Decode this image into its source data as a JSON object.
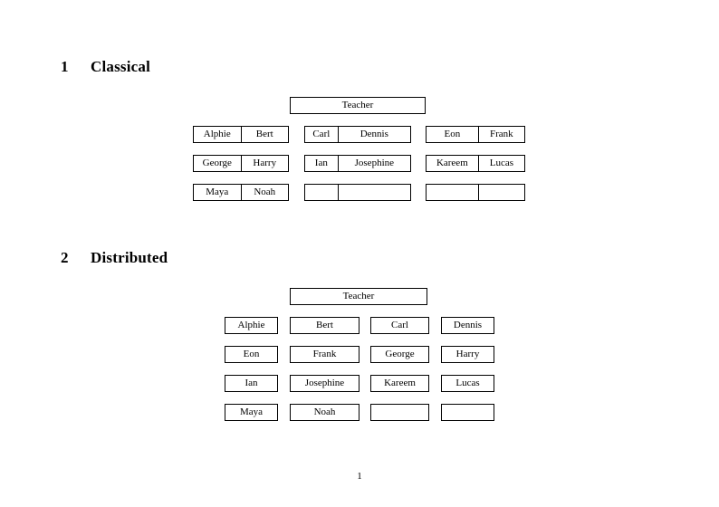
{
  "document": {
    "page_number": "1"
  },
  "sections": [
    {
      "number": "1",
      "title": "Classical",
      "teacher_label": "Teacher",
      "groups": [
        {
          "column": 1,
          "rows": [
            {
              "a": "Alphie",
              "b": "Bert"
            },
            {
              "a": "George",
              "b": "Harry"
            },
            {
              "a": "Maya",
              "b": "Noah"
            }
          ]
        },
        {
          "column": 2,
          "rows": [
            {
              "a": "Carl",
              "b": "Dennis"
            },
            {
              "a": "Ian",
              "b": "Josephine"
            },
            {
              "a": "",
              "b": ""
            }
          ]
        },
        {
          "column": 3,
          "rows": [
            {
              "a": "Eon",
              "b": "Frank"
            },
            {
              "a": "Kareem",
              "b": "Lucas"
            },
            {
              "a": "",
              "b": ""
            }
          ]
        }
      ]
    },
    {
      "number": "2",
      "title": "Distributed",
      "teacher_label": "Teacher",
      "rows": [
        [
          "Alphie",
          "Bert",
          "Carl",
          "Dennis"
        ],
        [
          "Eon",
          "Frank",
          "George",
          "Harry"
        ],
        [
          "Ian",
          "Josephine",
          "Kareem",
          "Lucas"
        ],
        [
          "Maya",
          "Noah",
          "",
          ""
        ]
      ]
    }
  ]
}
